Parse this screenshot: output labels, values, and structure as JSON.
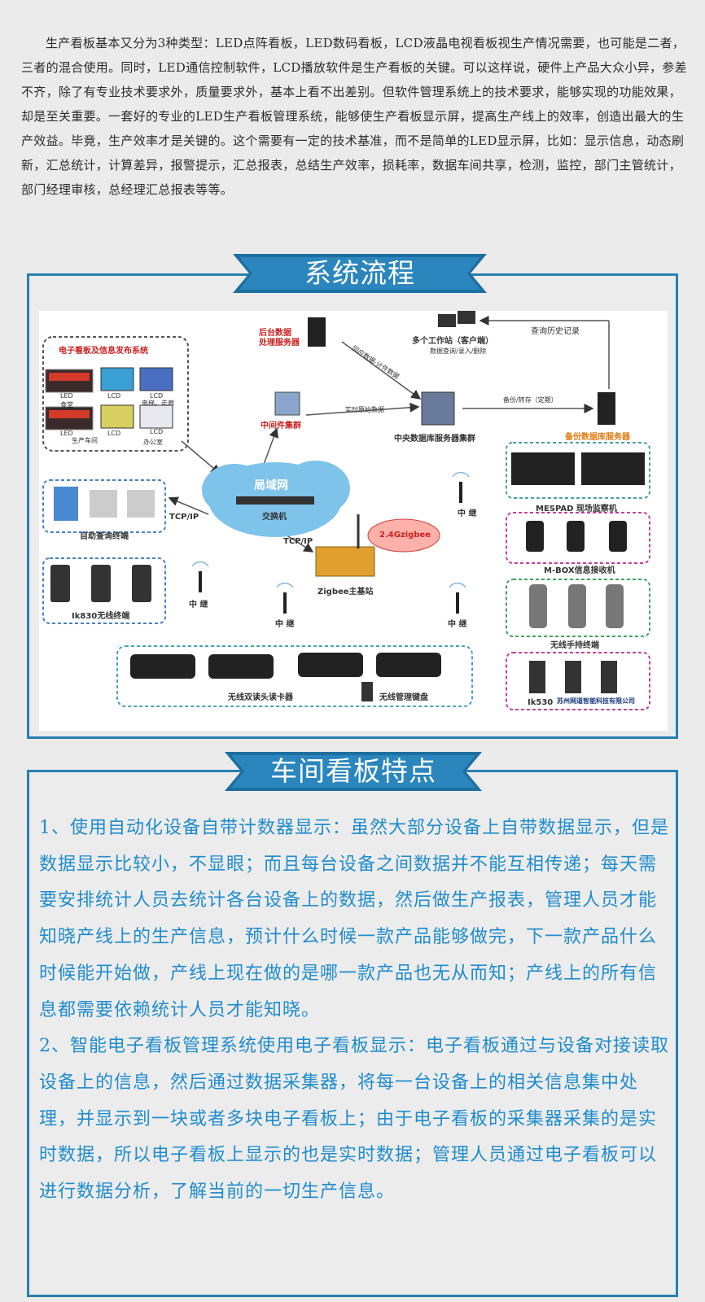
{
  "intro": "生产看板基本又分为3种类型：LED点阵看板，LED数码看板，LCD液晶电视看板视生产情况需要，也可能是二者，三者的混合使用。同时，LED通信控制软件，LCD播放软件是生产看板的关键。可以这样说，硬件上产品大众小异，参差不齐，除了有专业技术要求外，质量要求外，基本上看不出差别。但软件管理系统上的技术要求，能够实现的功能效果，却是至关重要。一套好的专业的LED生产看板管理系统，能够使生产看板显示屏，提高生产线上的效率，创造出最大的生产效益。毕竟，生产效率才是关键的。这个需要有一定的技术基准，而不是简单的LED显示屏，比如：显示信息，动态刷新，汇总统计，计算差异，报警提示，汇总报表，总结生产效率，损耗率，数据车间共享，检测，监控，部门主管统计，部门经理审核，总经理汇总报表等等。",
  "section1": {
    "title": "系统流程"
  },
  "diagram": {
    "board_system": "电子看板及信息发布系统",
    "led1": "LED",
    "cafeteria": "食堂",
    "lcd1": "LCD",
    "lcd2": "LCD",
    "elevator": "电梯，走廊",
    "led2": "LED",
    "workshop": "生产车间",
    "lcd3": "LCD",
    "lcd4": "LCD",
    "office": "办公室",
    "backend_server": "后台数据\n处理服务器",
    "middleware": "中间件集群",
    "workstations": "多个工作站（客户端）",
    "workstation_sub": "数据查询/录入/删除",
    "history_query": "查询历史记录",
    "return_data": "回应数据-计件数据",
    "realtime_data": "实时原始数据",
    "backup_transfer": "备份/转存（定期）",
    "central_db": "中央数据库服务器集群",
    "backup_db": "备份数据库服务器",
    "lan": "局域网",
    "switch": "交换机",
    "tcpip1": "TCP/IP",
    "tcpip2": "TCP/IP",
    "self_service": "自助查询终端",
    "zigbee_label": "2.4Gzigbee",
    "zigbee_station": "Zigbee主基站",
    "relay1": "中 继",
    "relay2": "中 继",
    "relay3": "中 继",
    "relay4": "中 继",
    "ik830": "Ik830无线终端",
    "mespad": "MESPAD 现场监察机",
    "mbox": "M-BOX信息接收机",
    "handheld": "无线手持终端",
    "card_reader": "无线双读头读卡器",
    "keyboard": "无线管理键盘",
    "ik530": "Ik530",
    "company": "苏州网道智能科技有限公司"
  },
  "section2": {
    "title": "车间看板特点",
    "p1": "1、使用自动化设备自带计数器显示：虽然大部分设备上自带数据显示，但是数据显示比较小，不显眼；而且每台设备之间数据并不能互相传递；每天需要安排统计人员去统计各台设备上的数据，然后做生产报表，管理人员才能知晓产线上的生产信息，预计什么时候一款产品能够做完，下一款产品什么时候能开始做，产线上现在做的是哪一款产品也无从而知；产线上的所有信息都需要依赖统计人员才能知晓。",
    "p2": "2、智能电子看板管理系统使用电子看板显示：电子看板通过与设备对接读取设备上的信息，然后通过数据采集器，将每一台设备上的相关信息集中处理，并显示到一块或者多块电子看板上；由于电子看板的采集器采集的是实时数据，所以电子看板上显示的也是实时数据；管理人员通过电子看板可以进行数据分析，了解当前的一切生产信息。"
  },
  "colors": {
    "accent": "#2a7fb0",
    "feature_text": "#1f8ccc",
    "banner": "#1d6fa0"
  }
}
